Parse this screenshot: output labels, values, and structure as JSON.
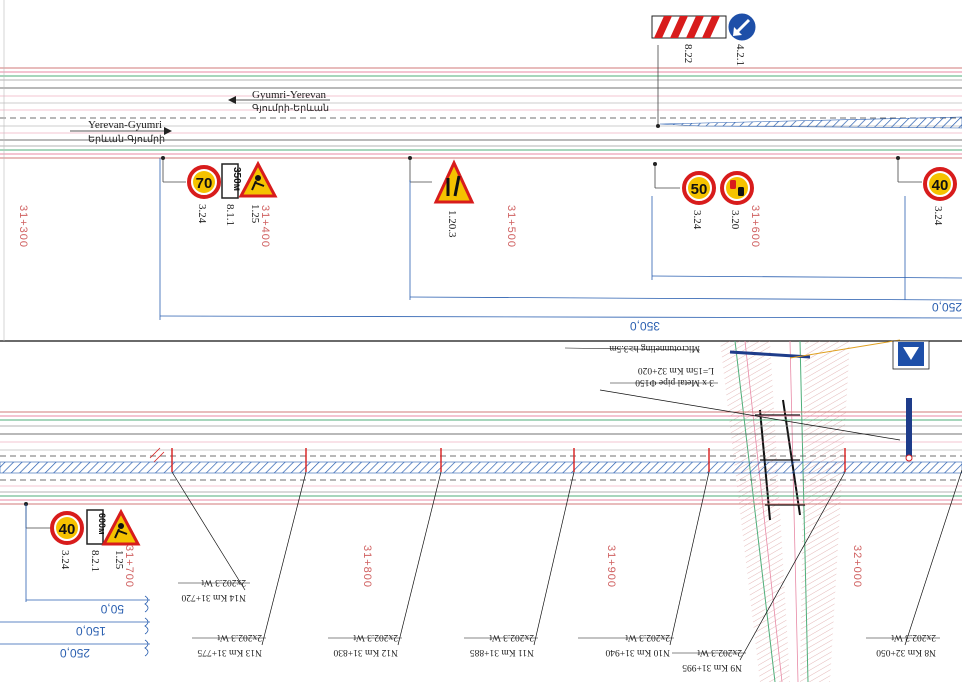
{
  "top_panel": {
    "dir_upper": [
      "Gyumri-Yerevan",
      "Գյումրի-Երևան"
    ],
    "dir_lower": [
      "Yerevan-Gyumri",
      "Երևան-Գյումրի"
    ],
    "stations": [
      "31+300",
      "31+400",
      "31+500",
      "31+600"
    ],
    "signs": [
      {
        "id": "s1",
        "text": "70",
        "codes": [
          "3.24"
        ]
      },
      {
        "id": "s2",
        "text": "350м",
        "codes": [
          "8.1.1",
          "1.25"
        ]
      },
      {
        "id": "s3",
        "codes": [
          "1.20.3"
        ]
      },
      {
        "id": "s4",
        "text": "50",
        "codes": [
          "3.24",
          "3.20"
        ]
      },
      {
        "id": "s5",
        "text": "40",
        "codes": [
          "3.24"
        ]
      },
      {
        "id": "s6",
        "codes": [
          "8.22",
          "4.2.1"
        ]
      }
    ],
    "dimensions": [
      "350,0",
      "250,0"
    ]
  },
  "bottom_panel": {
    "stations": [
      "31+700",
      "31+800",
      "31+900",
      "32+000"
    ],
    "signs": [
      {
        "id": "b1",
        "text": "40",
        "codes": [
          "3.24"
        ]
      },
      {
        "id": "b2",
        "text": "600м",
        "codes": [
          "8.2.1",
          "1.25"
        ]
      }
    ],
    "dimensions": [
      "50,0",
      "150,0",
      "250,0"
    ],
    "notes": {
      "microtunnel": "Microtunneling h≥3.5m",
      "pipe_line1": "3 x Metal pipe Φ150",
      "pipe_line2": "L=15m Km 32+020"
    },
    "markers": [
      {
        "num": "N14 Km 31+720",
        "type": "2x202.3 Wt"
      },
      {
        "num": "N13 Km 31+775",
        "type": "2x202.3 Wt"
      },
      {
        "num": "N12 Km 31+830",
        "type": "2x202.3 Wt"
      },
      {
        "num": "N11 Km 31+885",
        "type": "2x202.3 Wt"
      },
      {
        "num": "N10 Km 31+940",
        "type": "2x202.3 Wt"
      },
      {
        "num": "N9 Km 31+995",
        "type": "2x202.3 Wt"
      },
      {
        "num": "N8 Km 32+050",
        "type": "2x202.3 Wt"
      }
    ]
  },
  "colors": {
    "lane_pink": "#e88aa6",
    "lane_green": "#4fae7a",
    "lane_grey": "#9a9a9a",
    "hatch_blue": "#2a5fb0",
    "station_red": "#d06060",
    "sign_red": "#d81c1c",
    "sign_yellow": "#f5c200"
  }
}
